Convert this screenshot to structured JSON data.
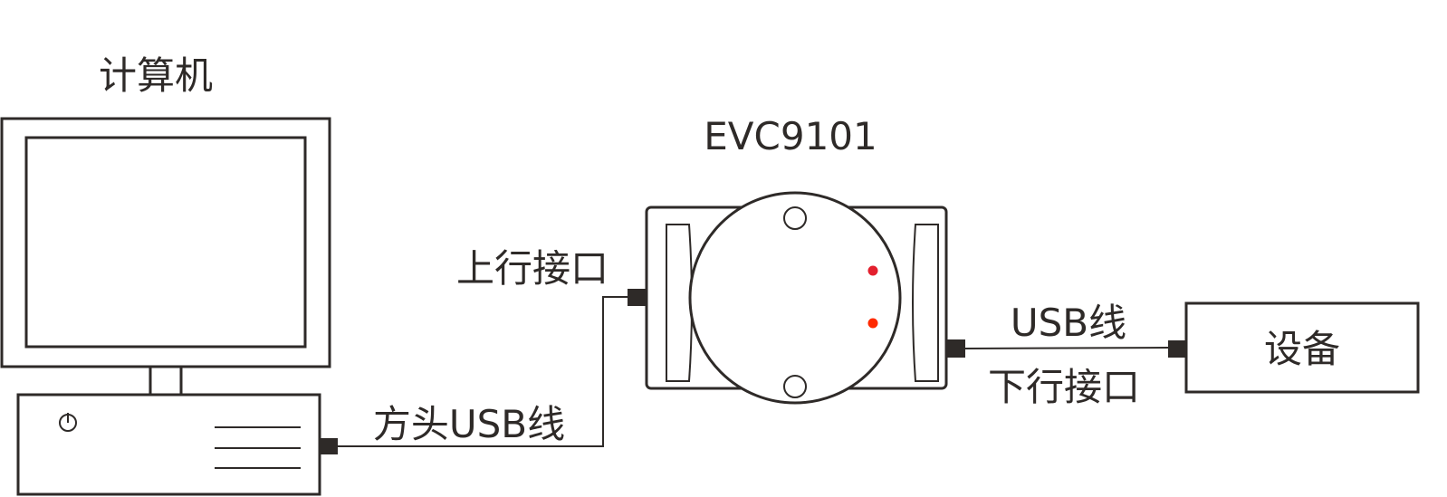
{
  "labels": {
    "computer": "计算机",
    "device_model": "EVC9101",
    "upstream_port": "上行接口",
    "square_usb_cable": "方头USB线",
    "usb_cable": "USB线",
    "downstream_port": "下行接口",
    "equipment": "设备"
  },
  "colors": {
    "line": "#2e2a28",
    "led_1": "#e3202e",
    "led_2": "#ff2a00"
  }
}
